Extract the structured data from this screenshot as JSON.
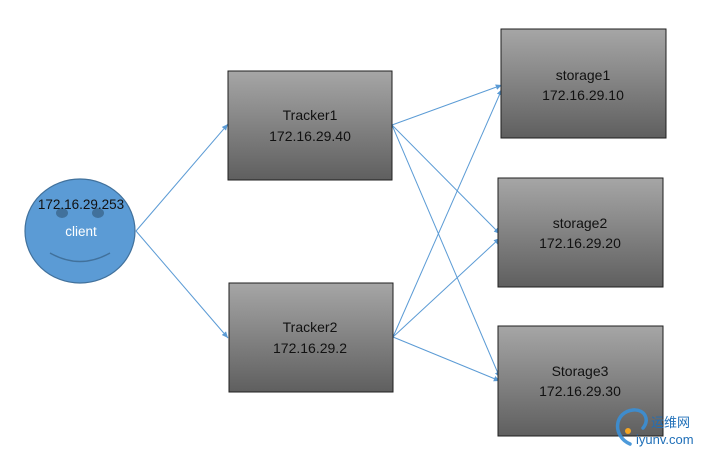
{
  "client": {
    "ip": "172.16.29.253",
    "label": "client",
    "colors": {
      "fill": "#5b9bd5",
      "stroke": "#41719c",
      "feature": "#41719c"
    }
  },
  "trackers": [
    {
      "name": "Tracker1",
      "ip": "172.16.29.40"
    },
    {
      "name": "Tracker2",
      "ip": "172.16.29.2"
    }
  ],
  "storages": [
    {
      "name": "storage1",
      "ip": "172.16.29.10"
    },
    {
      "name": "storage2",
      "ip": "172.16.29.20"
    },
    {
      "name": "Storage3",
      "ip": "172.16.29.30"
    }
  ],
  "connections": [
    {
      "from": "client",
      "to": "Tracker1"
    },
    {
      "from": "client",
      "to": "Tracker2"
    },
    {
      "from": "Tracker1",
      "to": "storage1"
    },
    {
      "from": "Tracker1",
      "to": "storage2"
    },
    {
      "from": "Tracker1",
      "to": "Storage3"
    },
    {
      "from": "Tracker2",
      "to": "storage1"
    },
    {
      "from": "Tracker2",
      "to": "storage2"
    },
    {
      "from": "Tracker2",
      "to": "Storage3"
    }
  ],
  "watermark": {
    "cn": "运维网",
    "domain": "iyunv.com"
  },
  "colors": {
    "arrow": "#5b9bd5",
    "box_top": "#a6a6a6",
    "box_bottom": "#5f5f5f",
    "box_border": "#1f1f1f"
  }
}
